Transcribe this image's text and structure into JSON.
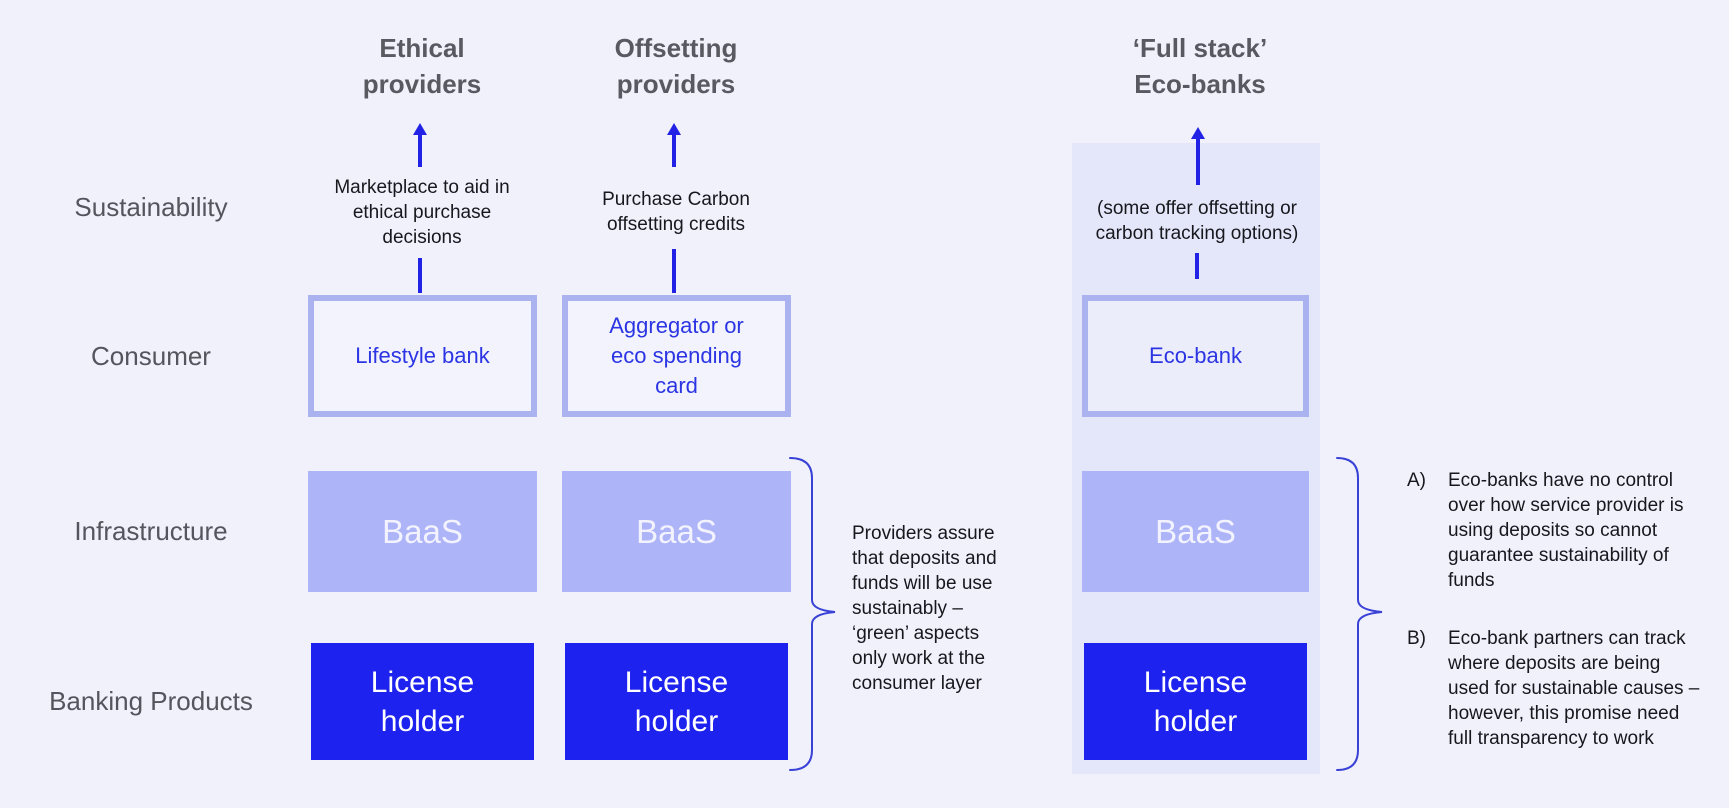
{
  "rows": [
    {
      "label": "Sustainability"
    },
    {
      "label": "Consumer"
    },
    {
      "label": "Infrastructure"
    },
    {
      "label": "Banking Products"
    }
  ],
  "columns": [
    {
      "header": "Ethical\nproviders",
      "note": "Marketplace to aid in\nethical purchase\ndecisions",
      "consumer_box": "Lifestyle bank",
      "infrastructure_box": "BaaS",
      "banking_box": "License\nholder"
    },
    {
      "header": "Offsetting\nproviders",
      "note": "Purchase Carbon\noffsetting credits",
      "consumer_box": "Aggregator or\neco spending\ncard",
      "infrastructure_box": "BaaS",
      "banking_box": "License\nholder"
    },
    {
      "header": "‘Full stack’\nEco-banks",
      "note": "(some offer offsetting or\ncarbon tracking options)",
      "consumer_box": "Eco-bank",
      "infrastructure_box": "BaaS",
      "banking_box": "License\nholder"
    }
  ],
  "annotations": {
    "middle_brace_note": "Providers assure\nthat deposits and\nfunds will be use\nsustainably –\n‘green’ aspects\nonly work at the\nconsumer layer",
    "point_a_label": "A)",
    "point_a_text": "Eco-banks have no control\nover how service provider is\nusing deposits so cannot\nguarantee sustainability of\nfunds",
    "point_b_label": "B)",
    "point_b_text": "Eco-bank partners can track\nwhere deposits are being\nused for sustainable causes –\nhowever, this promise need\nfull transparency to work"
  },
  "colors": {
    "page-bg": "#F0F1FB",
    "panel-bg": "#E4E7F9",
    "consumer-fill": "#F2F3FD",
    "consumer-fill-eco": "#EBEDFB",
    "periwinkle": "#ABB2F0",
    "baas-fill": "#AEB4F8",
    "license-fill": "#1E22EE",
    "arrow-blue": "#2222E6",
    "brace-blue": "#3A41D6",
    "blue-text": "#2B35E3",
    "gray-header": "#595961",
    "gray-label": "#54555D",
    "ink": "#17181D"
  }
}
